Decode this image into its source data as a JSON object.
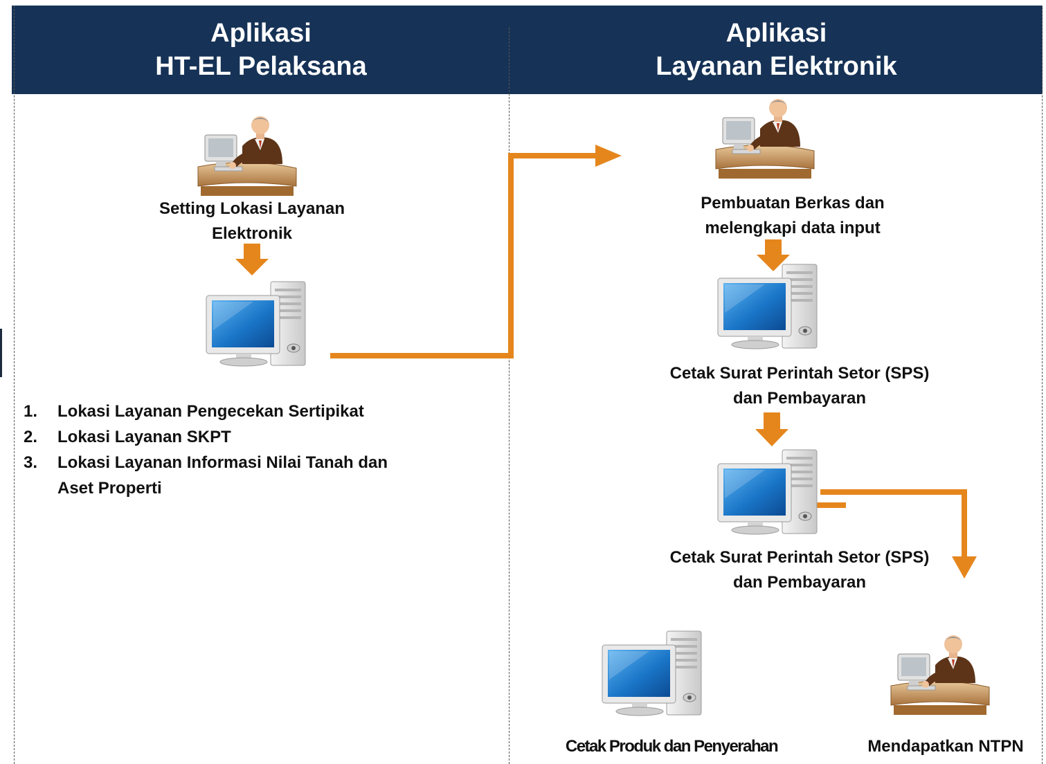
{
  "header": {
    "left_line1": "Aplikasi",
    "left_line2": "HT-EL Pelaksana",
    "right_line1": "Aplikasi",
    "right_line2": "Layanan Elektronik",
    "color": "#163256"
  },
  "left": {
    "step1_line1": "Setting Lokasi Layanan",
    "step1_line2": "Elektronik",
    "list": [
      {
        "num": "1.",
        "line1": "Lokasi Layanan Pengecekan Sertipikat",
        "line2": ""
      },
      {
        "num": "2.",
        "line1": "Lokasi Layanan SKPT",
        "line2": ""
      },
      {
        "num": "3.",
        "line1": "Lokasi Layanan Informasi Nilai Tanah dan",
        "line2": "Aset Properti"
      }
    ]
  },
  "right": {
    "step1_line1": "Pembuatan  Berkas dan",
    "step1_line2": "melengkapi  data input",
    "step2_line1": "Cetak Surat Perintah Setor (SPS)",
    "step2_line2": "dan Pembayaran",
    "step3_line1": "Cetak Surat Perintah Setor (SPS)",
    "step3_line2": "dan Pembayaran",
    "step4_label": "Mendapatkan  NTPN",
    "step5_label": "Cetak Produk dan Penyerahan"
  },
  "icons": {
    "operator": "operator-at-desk-icon",
    "computer": "desktop-computer-icon"
  },
  "colors": {
    "arrow": "#E5861D",
    "text": "#111111"
  }
}
